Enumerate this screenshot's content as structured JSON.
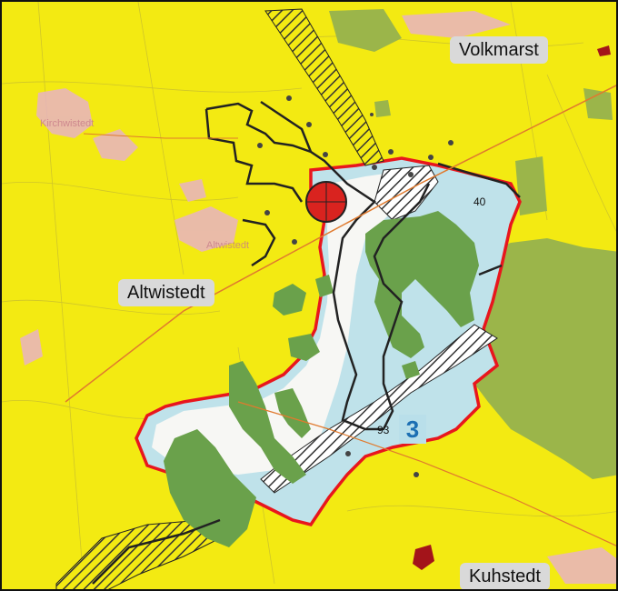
{
  "map": {
    "places": {
      "volkmarst": "Volkmarst",
      "altwistedt": "Altwistedt",
      "kuhstedt": "Kuhstedt"
    },
    "faint_labels": {
      "kirchwistedt": "Kirchwistedt",
      "altwistedt_small": "Altwistedt"
    },
    "area_numbers": {
      "top": "40",
      "middle": "93"
    },
    "zone_label": "3",
    "colors": {
      "background_yellow": "#f3ea12",
      "forest_dark_green": "#6aa14b",
      "forest_olive": "#9bb54a",
      "zone_fill_light_blue": "#bfe2ea",
      "zone_fill_white": "#f7f7f4",
      "zone_border_red": "#e8161d",
      "settlement_pink": "#e8b3c3",
      "marker_red": "#d9231f",
      "road_orange": "#e07a2e"
    }
  }
}
